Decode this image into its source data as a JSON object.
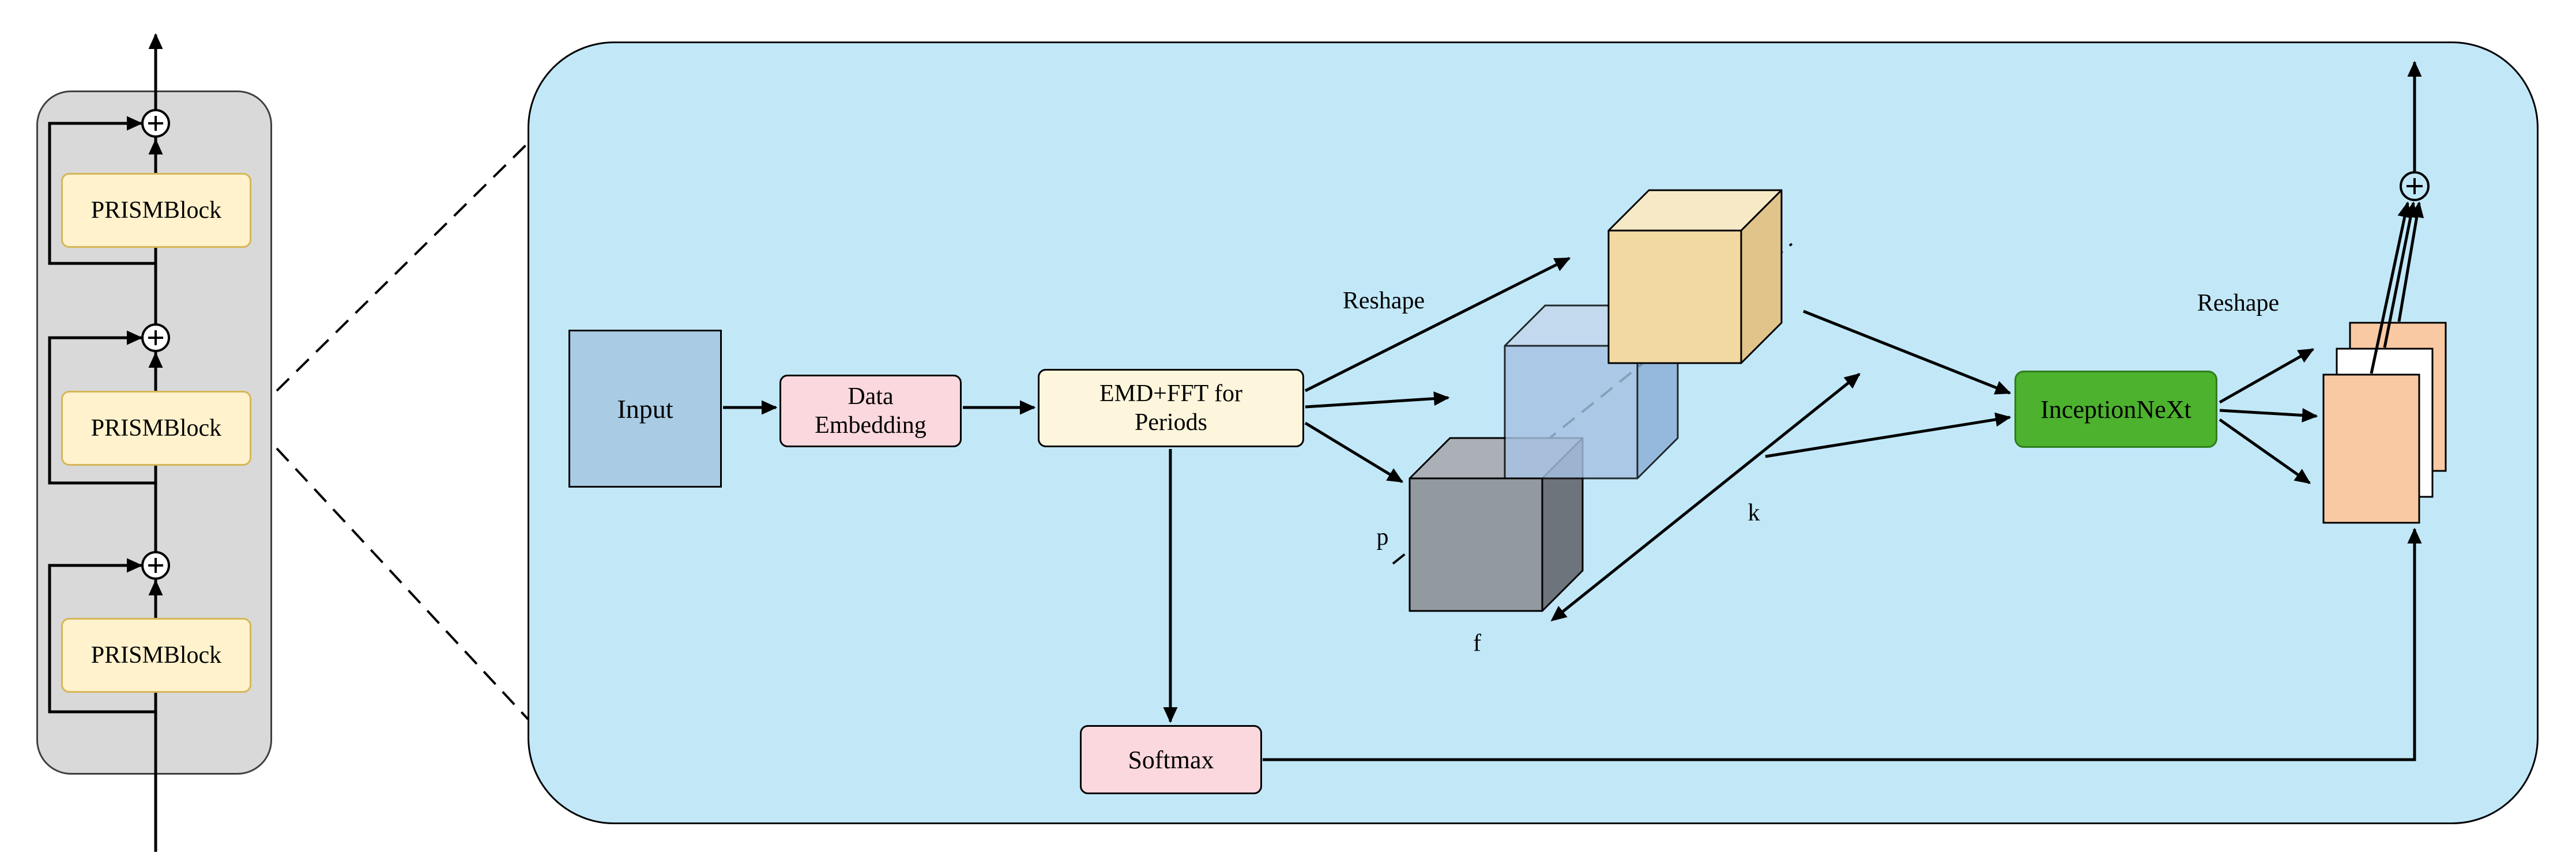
{
  "left_stack": {
    "block1_label": "PRISMBlock",
    "block2_label": "PRISMBlock",
    "block3_label": "PRISMBlock",
    "add_symbol": "⊕"
  },
  "panel": {
    "input_label": "Input",
    "data_embedding_line1": "Data",
    "data_embedding_line2": "Embedding",
    "emd_line1": "EMD+FFT for",
    "emd_line2": "Periods",
    "reshape_left_label": "Reshape",
    "reshape_right_label": "Reshape",
    "inceptionnext_label": "InceptionNeXt",
    "softmax_label": "Softmax",
    "axis_labels": {
      "p": "p",
      "f": "f",
      "k": "k"
    },
    "add_symbol": "⊕"
  },
  "icons": {
    "residual_add": "circle-plus",
    "output_add": "circle-plus"
  },
  "colors": {
    "detail_panel_bg": "#c2e8f8",
    "stack_panel_bg": "#d9d9d9",
    "prism_block_fill": "#fff2cc",
    "prism_block_border": "#d6b656",
    "input_fill": "#a9cbe3",
    "pink_fill": "#fbd8de",
    "cream_fill": "#fdf6dc",
    "green_fill": "#4db22e",
    "cube_gray": "#92999f",
    "cube_blue": "#a7c3e3",
    "cube_yellow": "#f2d9a2",
    "feature_map_orange": "#f9c9a3",
    "line_color": "#000000"
  }
}
